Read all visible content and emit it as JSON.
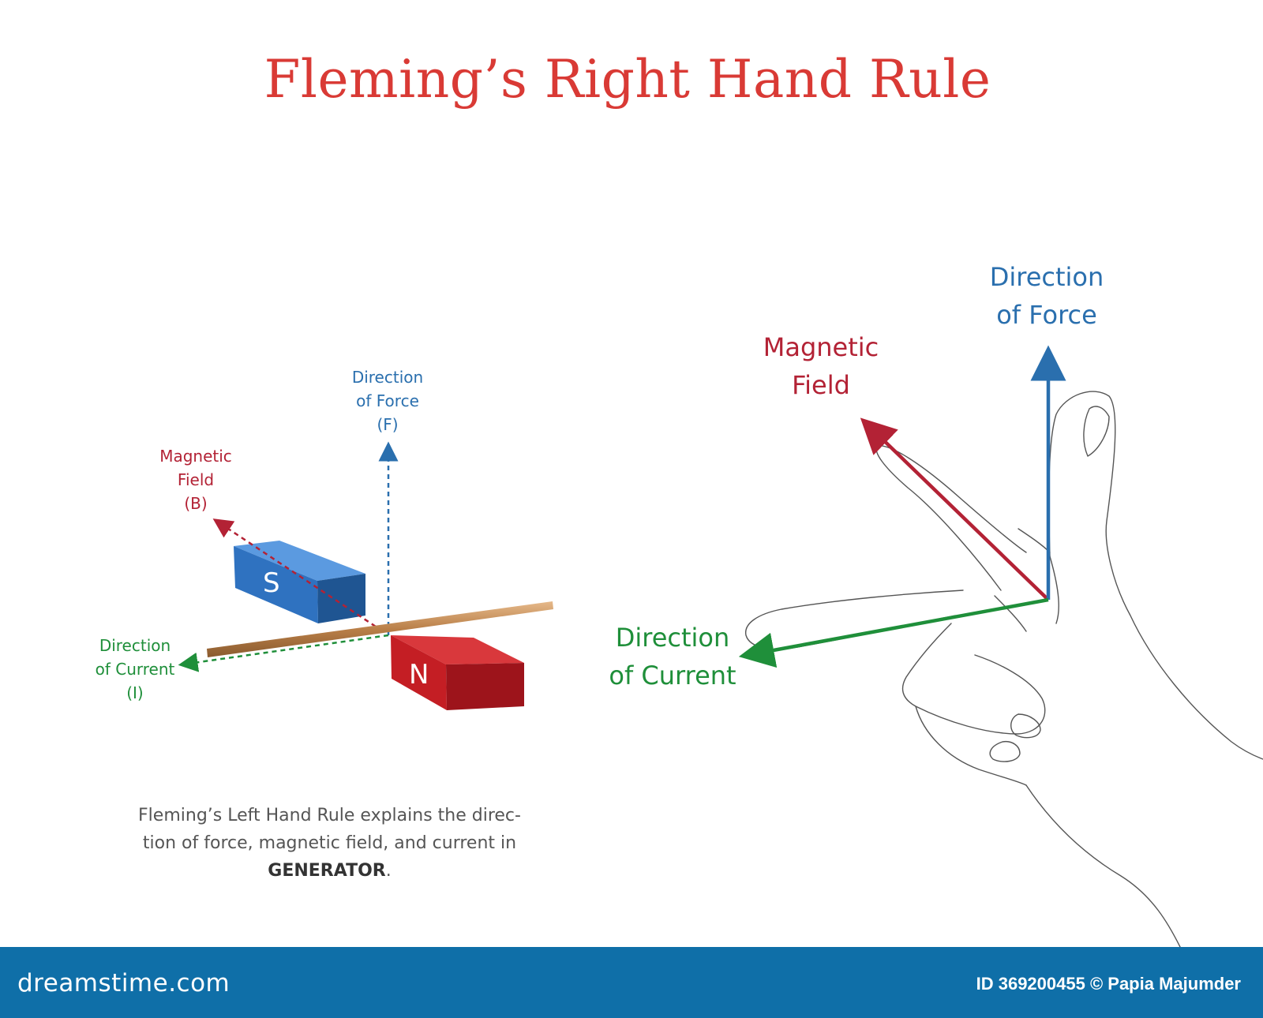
{
  "title": "Fleming’s Right Hand Rule",
  "left_diagram": {
    "force_label": [
      "Direction",
      "of Force",
      "(F)"
    ],
    "field_label": [
      "Magnetic",
      "Field",
      "(B)"
    ],
    "current_label": [
      "Direction",
      "of Current",
      "(I)"
    ],
    "magnet_south": "S",
    "magnet_north": "N"
  },
  "description": {
    "line1": "Fleming’s Left Hand Rule explains the direc-",
    "line2": "tion of force, magnetic field, and current in",
    "bold": "GENERATOR",
    "end": "."
  },
  "hand_diagram": {
    "force_label": [
      "Direction",
      "of Force"
    ],
    "field_label": [
      "Magnetic",
      "Field"
    ],
    "current_label": [
      "Direction",
      "of Current"
    ]
  },
  "colors": {
    "title": "#d93a35",
    "force": "#2a6fae",
    "field": "#b32235",
    "current": "#1f8f3a",
    "magnet_south": "#2f72c0",
    "magnet_north": "#c41e24",
    "footer": "#0f6fa8"
  },
  "footer": {
    "logo": "dreamstime.com",
    "credit": "ID 369200455 © Papia Majumder"
  }
}
